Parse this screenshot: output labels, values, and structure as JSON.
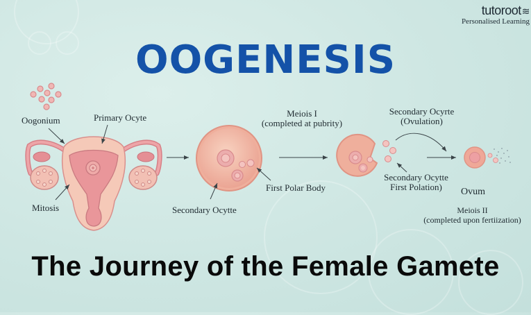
{
  "brand": {
    "name": "tutoroot",
    "tagline": "Personalised Learning",
    "lines_glyph": "≋"
  },
  "title": "OOGENESIS",
  "subtitle": "The Journey of the Female Gamete",
  "colors": {
    "title": "#1452a8",
    "subtitle": "#0a0a0a",
    "background": "#cfe7e3",
    "cell_fill": "#f2b8a6",
    "cell_outline": "#d9877a",
    "uterus": "#e8a0a4",
    "arrow": "#3a4448"
  },
  "labels": {
    "oogonium": "Oogonium",
    "primary_oocyte": "Primary Ocyte",
    "mitosis": "Mitosis",
    "secondary_oocyte_1": "Secondary Ocytte",
    "first_polar_body": "First Polar Body",
    "meiosis1_title": "Meiois I",
    "meiosis1_sub": "(completed at pubrity)",
    "secondary_oocyte_ovulation_title": "Secondary Ocyrte",
    "secondary_oocyte_ovulation_sub": "(Ovulation)",
    "secondary_oocyte_2_title": "Secondary Ocytte",
    "secondary_oocyte_2_sub": "First Polation)",
    "ovum": "Ovum",
    "meiosis2_title": "Meiois II",
    "meiosis2_sub": "(completed upon fertiization)"
  }
}
